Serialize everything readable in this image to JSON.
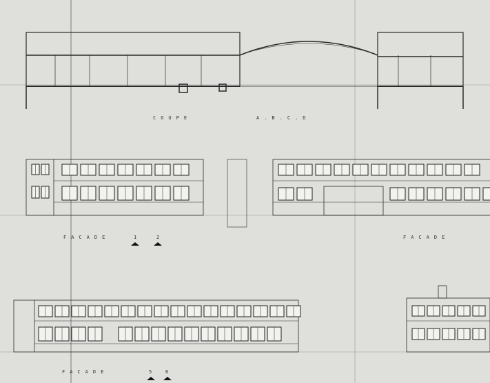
{
  "sheet": {
    "section_label": "COUPE",
    "section_refs": "A.B.C.D",
    "facade1_label": "FACADE",
    "facade1_refs": [
      "1",
      "2"
    ],
    "facade2_label": "FACADE",
    "facade3_label": "FACADE",
    "facade3_refs": [
      "5",
      "6"
    ]
  },
  "colors": {
    "paper": "#dfdfdc",
    "ink": "#2a2a2a",
    "faint": "#9a9a98"
  }
}
